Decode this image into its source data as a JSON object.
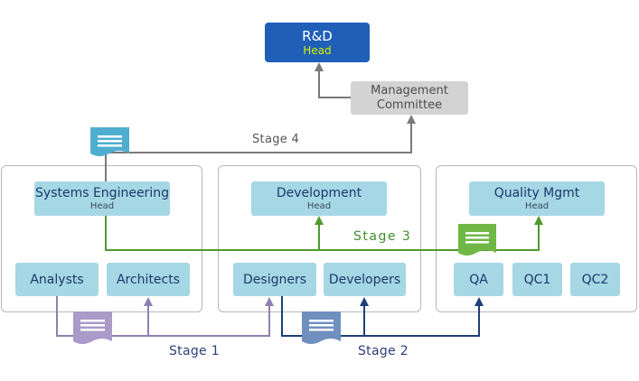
{
  "top": {
    "rd": {
      "title": "R&D",
      "subtitle": "Head"
    },
    "management": {
      "line1": "Management",
      "line2": "Committee"
    }
  },
  "groups": {
    "systems": {
      "head_title": "Systems Engineering",
      "head_sub": "Head",
      "teams": [
        "Analysts",
        "Architects"
      ]
    },
    "development": {
      "head_title": "Development",
      "head_sub": "Head",
      "teams": [
        "Designers",
        "Developers"
      ]
    },
    "quality": {
      "head_title": "Quality Mgmt",
      "head_sub": "Head",
      "teams": [
        "QA",
        "QC1",
        "QC2"
      ]
    }
  },
  "stages": {
    "stage1": "Stage 1",
    "stage2": "Stage 2",
    "stage3": "Stage 3",
    "stage4": "Stage 4"
  },
  "colors": {
    "rd_bg": "#1f5fb8",
    "head_accent": "#d8f000",
    "node_bg": "#a6d7e5",
    "stage1_line": "#8f7fb3",
    "stage2_line": "#1e3f7a",
    "stage3_line": "#4f9a2f",
    "stage4_line": "#7a7a7a"
  },
  "icons": [
    "document-icon-stage1",
    "document-icon-stage2",
    "document-icon-stage3",
    "document-icon-stage4"
  ]
}
